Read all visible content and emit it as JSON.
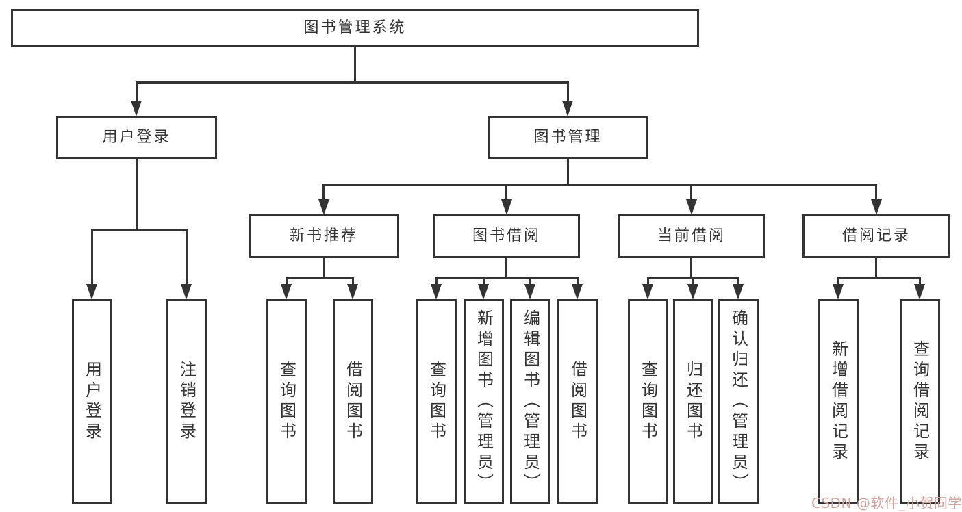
{
  "diagram": {
    "type": "tree",
    "root": {
      "label": "图书管理系统",
      "children": [
        {
          "label": "用户登录",
          "children": [
            {
              "label": "用户登录"
            },
            {
              "label": "注销登录"
            }
          ]
        },
        {
          "label": "图书管理",
          "children": [
            {
              "label": "新书推荐",
              "children": [
                {
                  "label": "查询图书"
                },
                {
                  "label": "借阅图书"
                }
              ]
            },
            {
              "label": "图书借阅",
              "children": [
                {
                  "label": "查询图书"
                },
                {
                  "label": "新增图书（管理员）"
                },
                {
                  "label": "编辑图书（管理员）"
                },
                {
                  "label": "借阅图书"
                }
              ]
            },
            {
              "label": "当前借阅",
              "children": [
                {
                  "label": "查询图书"
                },
                {
                  "label": "归还图书"
                },
                {
                  "label": "确认归还（管理员）"
                }
              ]
            },
            {
              "label": "借阅记录",
              "children": [
                {
                  "label": "新增借阅记录"
                },
                {
                  "label": "查询借阅记录"
                }
              ]
            }
          ]
        }
      ]
    }
  },
  "watermark": {
    "text": "CSDN @软件_小贺同学"
  },
  "colors": {
    "line": "#333333",
    "text": "#333333",
    "background": "#ffffff",
    "watermark": "#cfa49e"
  }
}
